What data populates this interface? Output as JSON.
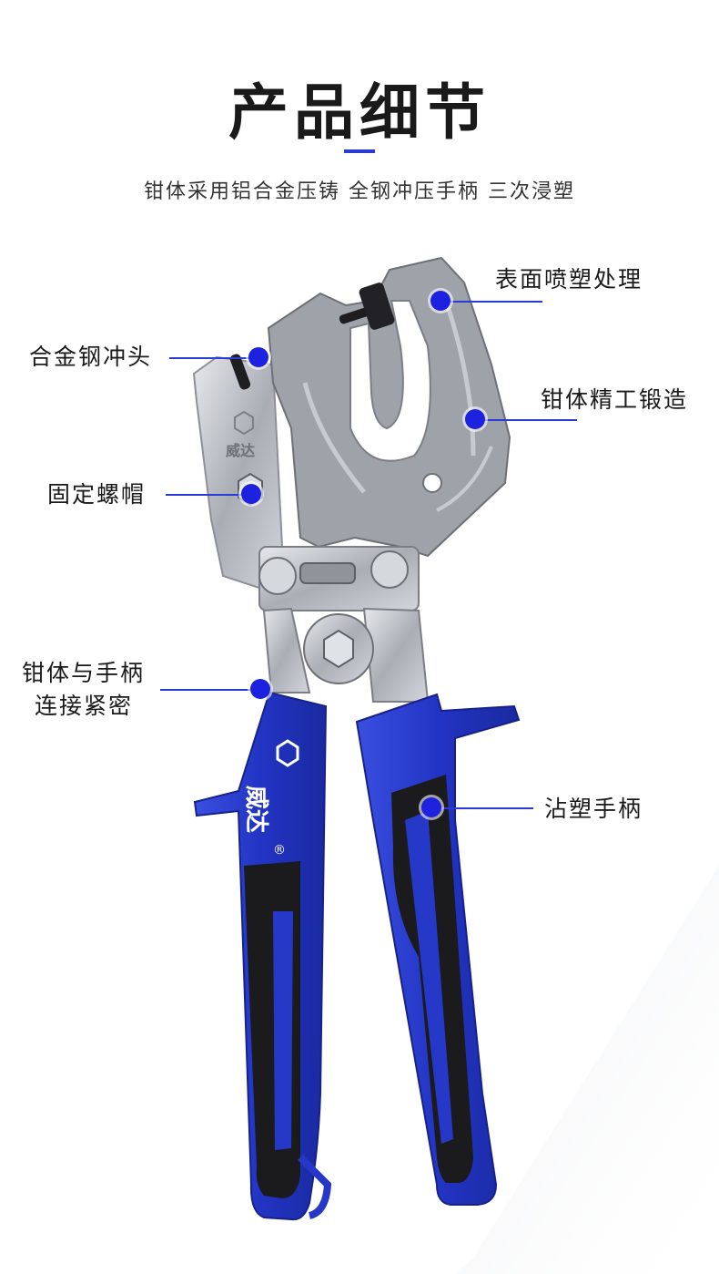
{
  "title": "产品细节",
  "subtitle": "钳体采用铝合金压铸 全钢冲压手柄 三次浸塑",
  "brand": {
    "name": "威达",
    "mark": "®"
  },
  "colors": {
    "accent": "#2a3bd6",
    "dot": "#1c22e0",
    "handle_blue": "#2638c8",
    "grip_black": "#1b1b1d",
    "metal": "#b9bcc2"
  },
  "callouts": {
    "surface": "表面喷塑处理",
    "punch": "合金钢冲头",
    "forging": "钳体精工锻造",
    "nut": "固定螺帽",
    "joint_line1": "钳体与手柄",
    "joint_line2": "连接紧密",
    "grip": "沾塑手柄"
  }
}
